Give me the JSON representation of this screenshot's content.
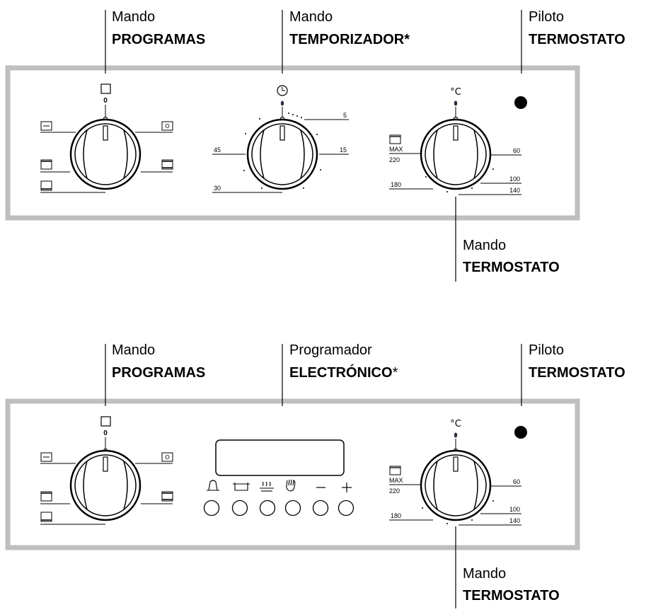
{
  "top_panel": {
    "callouts": {
      "programas": {
        "line1": "Mando",
        "line2": "PROGRAMAS"
      },
      "temporizador": {
        "line1": "Mando",
        "line2": "TEMPORIZADOR*"
      },
      "piloto": {
        "line1": "Piloto",
        "line2": "TERMOSTATO"
      },
      "termostato": {
        "line1": "Mando",
        "line2": "TERMOSTATO"
      }
    },
    "programas_knob": {
      "zero": "0"
    },
    "timer_knob": {
      "labels": [
        "5",
        "15",
        "30",
        "45"
      ]
    },
    "thermostat_knob": {
      "unit": "°C",
      "labels": [
        "MAX",
        "220",
        "180",
        "60",
        "100",
        "140"
      ]
    }
  },
  "bottom_panel": {
    "callouts": {
      "programas": {
        "line1": "Mando",
        "line2": "PROGRAMAS"
      },
      "programador": {
        "line1": "Programador",
        "line2": "ELECTRÓNICO",
        "suffix": "*"
      },
      "piloto": {
        "line1": "Piloto",
        "line2": "TERMOSTATO"
      },
      "termostato": {
        "line1": "Mando",
        "line2": "TERMOSTATO"
      }
    },
    "programas_knob": {
      "zero": "0"
    },
    "programmer": {
      "button_symbols": [
        "bell",
        "cook-time",
        "end-time",
        "hand",
        "−",
        "+"
      ]
    },
    "thermostat_knob": {
      "unit": "°C",
      "labels": [
        "MAX",
        "220",
        "180",
        "60",
        "100",
        "140"
      ]
    }
  },
  "colors": {
    "panel_border": "#bfbfbf",
    "ink": "#000000"
  }
}
